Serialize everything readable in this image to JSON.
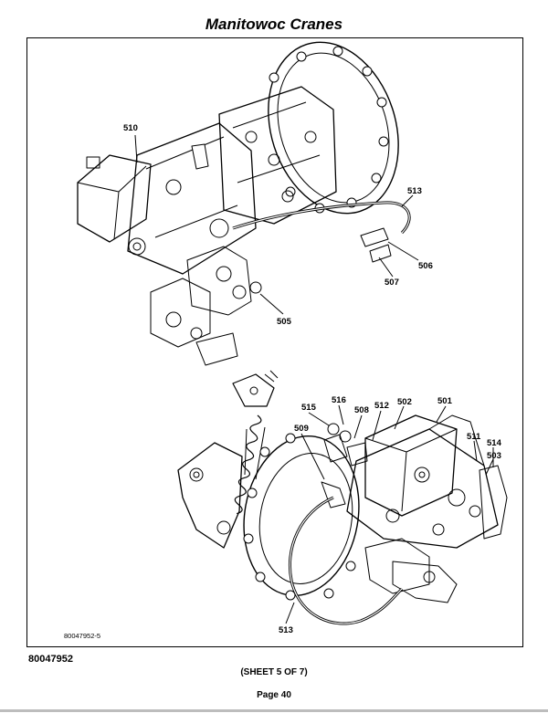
{
  "header": {
    "title": "Manitowoc Cranes"
  },
  "figure": {
    "figure_number": "80047952-5",
    "callouts": {
      "c510": "510",
      "c513_top": "513",
      "c506": "506",
      "c507": "507",
      "c505": "505",
      "c515": "515",
      "c516": "516",
      "c508": "508",
      "c512": "512",
      "c502": "502",
      "c501": "501",
      "c509": "509",
      "c511": "511",
      "c514": "514",
      "c503": "503",
      "c513_bottom": "513"
    }
  },
  "footer": {
    "doc_number": "80047952",
    "sheet": "(SHEET 5 OF 7)",
    "page": "Page 40"
  }
}
